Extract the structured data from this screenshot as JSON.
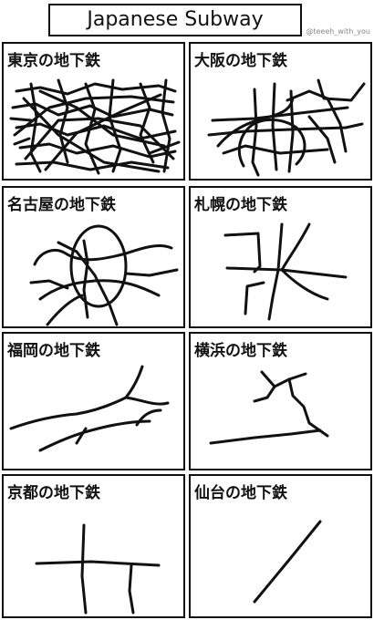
{
  "header": {
    "title": "Japanese Subway",
    "credit": "@teeeh_with_you"
  },
  "panels": [
    {
      "label": "東京の地下鉄"
    },
    {
      "label": "大阪の地下鉄"
    },
    {
      "label": "名古屋の地下鉄"
    },
    {
      "label": "札幌の地下鉄"
    },
    {
      "label": "福岡の地下鉄"
    },
    {
      "label": "横浜の地下鉄"
    },
    {
      "label": "京都の地下鉄"
    },
    {
      "label": "仙台の地下鉄"
    }
  ]
}
